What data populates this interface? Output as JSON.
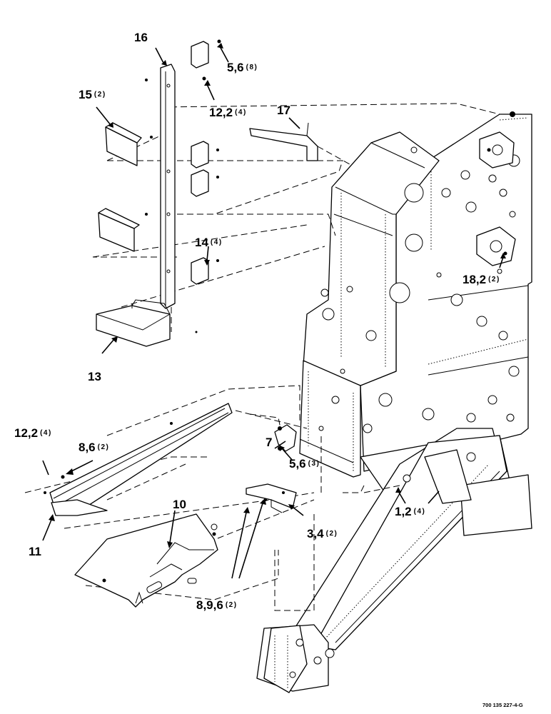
{
  "diagram": {
    "callouts": [
      {
        "id": "16",
        "qty": ""
      },
      {
        "id": "5,6",
        "qty": "(8)"
      },
      {
        "id": "15",
        "qty": "(2)"
      },
      {
        "id": "12,2",
        "qty": "(4)"
      },
      {
        "id": "17",
        "qty": ""
      },
      {
        "id": "14",
        "qty": "(4)"
      },
      {
        "id": "18,2",
        "qty": "(2)"
      },
      {
        "id": "13",
        "qty": ""
      },
      {
        "id": "12,2",
        "qty": "(4)"
      },
      {
        "id": "8,6",
        "qty": "(2)"
      },
      {
        "id": "7",
        "qty": ""
      },
      {
        "id": "5,6",
        "qty": "(3)"
      },
      {
        "id": "1,2",
        "qty": "(4)"
      },
      {
        "id": "10",
        "qty": ""
      },
      {
        "id": "3,4",
        "qty": "(2)"
      },
      {
        "id": "11",
        "qty": ""
      },
      {
        "id": "8,9,6",
        "qty": "(2)"
      }
    ],
    "drawing_number": "700 135 227-4-G"
  }
}
